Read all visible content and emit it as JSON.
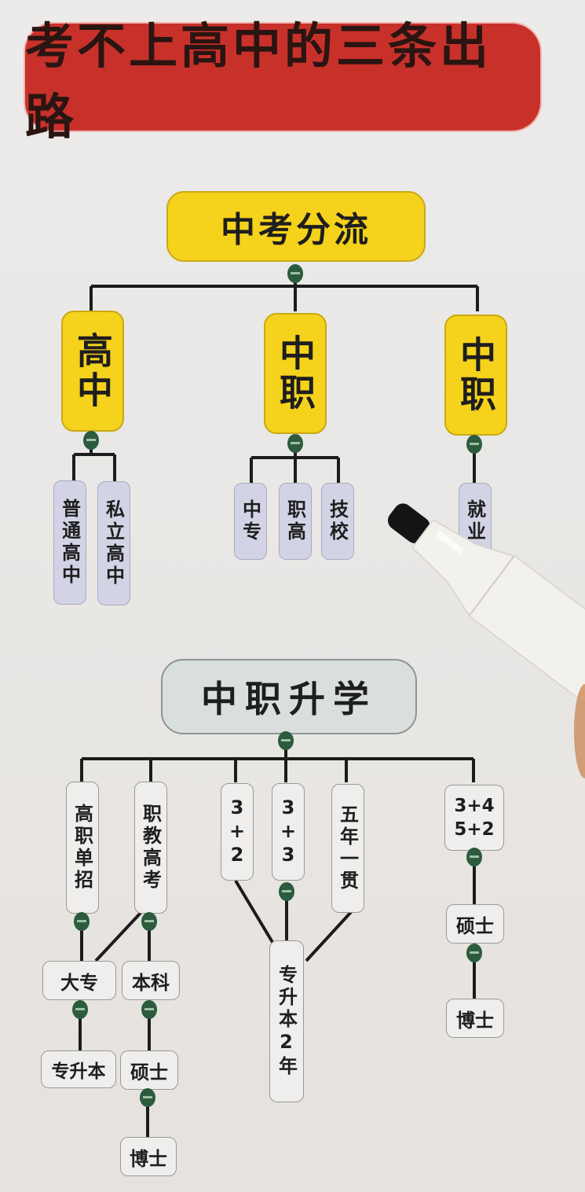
{
  "title": "考不上高中的三条出路",
  "section1": {
    "root": "中考分流",
    "branches": [
      {
        "label": "高中",
        "children": [
          "普通高中",
          "私立高中"
        ]
      },
      {
        "label": "中职",
        "children": [
          "中专",
          "职高",
          "技校"
        ]
      },
      {
        "label": "中职",
        "children": [
          "就业"
        ]
      }
    ]
  },
  "section2": {
    "root": "中职升学",
    "branches": [
      {
        "label": "高职单招",
        "path": [
          "大专",
          "专升本"
        ]
      },
      {
        "label": "职教高考",
        "path": [
          "本科",
          "硕士",
          "博士"
        ]
      },
      {
        "label": "3+2"
      },
      {
        "label": "3+3"
      },
      {
        "label": "五年一贯"
      },
      {
        "label": "3+4\n5+2",
        "line1": "3+4",
        "line2": "5+2",
        "path": [
          "硕士",
          "博士"
        ]
      }
    ],
    "merged_node": "专升本2年"
  },
  "colors": {
    "title_red": "#c8312a",
    "yellow": "#f5d21c",
    "lavender": "#d2d4e6",
    "grey_green": "#d9dfdc",
    "knob_green": "#2c5b3d"
  },
  "overlay": {
    "object": "white marker pen with black tip"
  }
}
